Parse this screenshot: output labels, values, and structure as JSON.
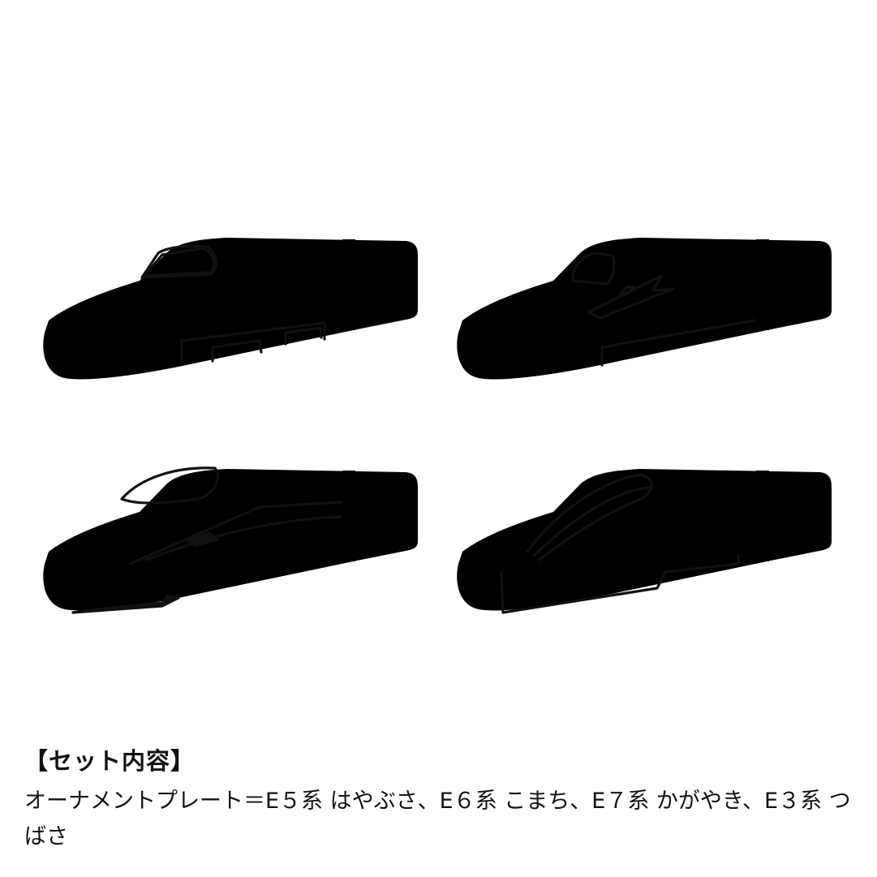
{
  "set_contents": {
    "heading": "【セット内容】",
    "description": "オーナメントプレート＝E５系 はやぶさ、E６系 こまち、E７系 かがやき、E３系 つばさ"
  },
  "trains": [
    {
      "name": "E5系 はやぶさ"
    },
    {
      "name": "E6系 こまち"
    },
    {
      "name": "E7系 かがやき"
    },
    {
      "name": "E3系 つばさ"
    }
  ]
}
